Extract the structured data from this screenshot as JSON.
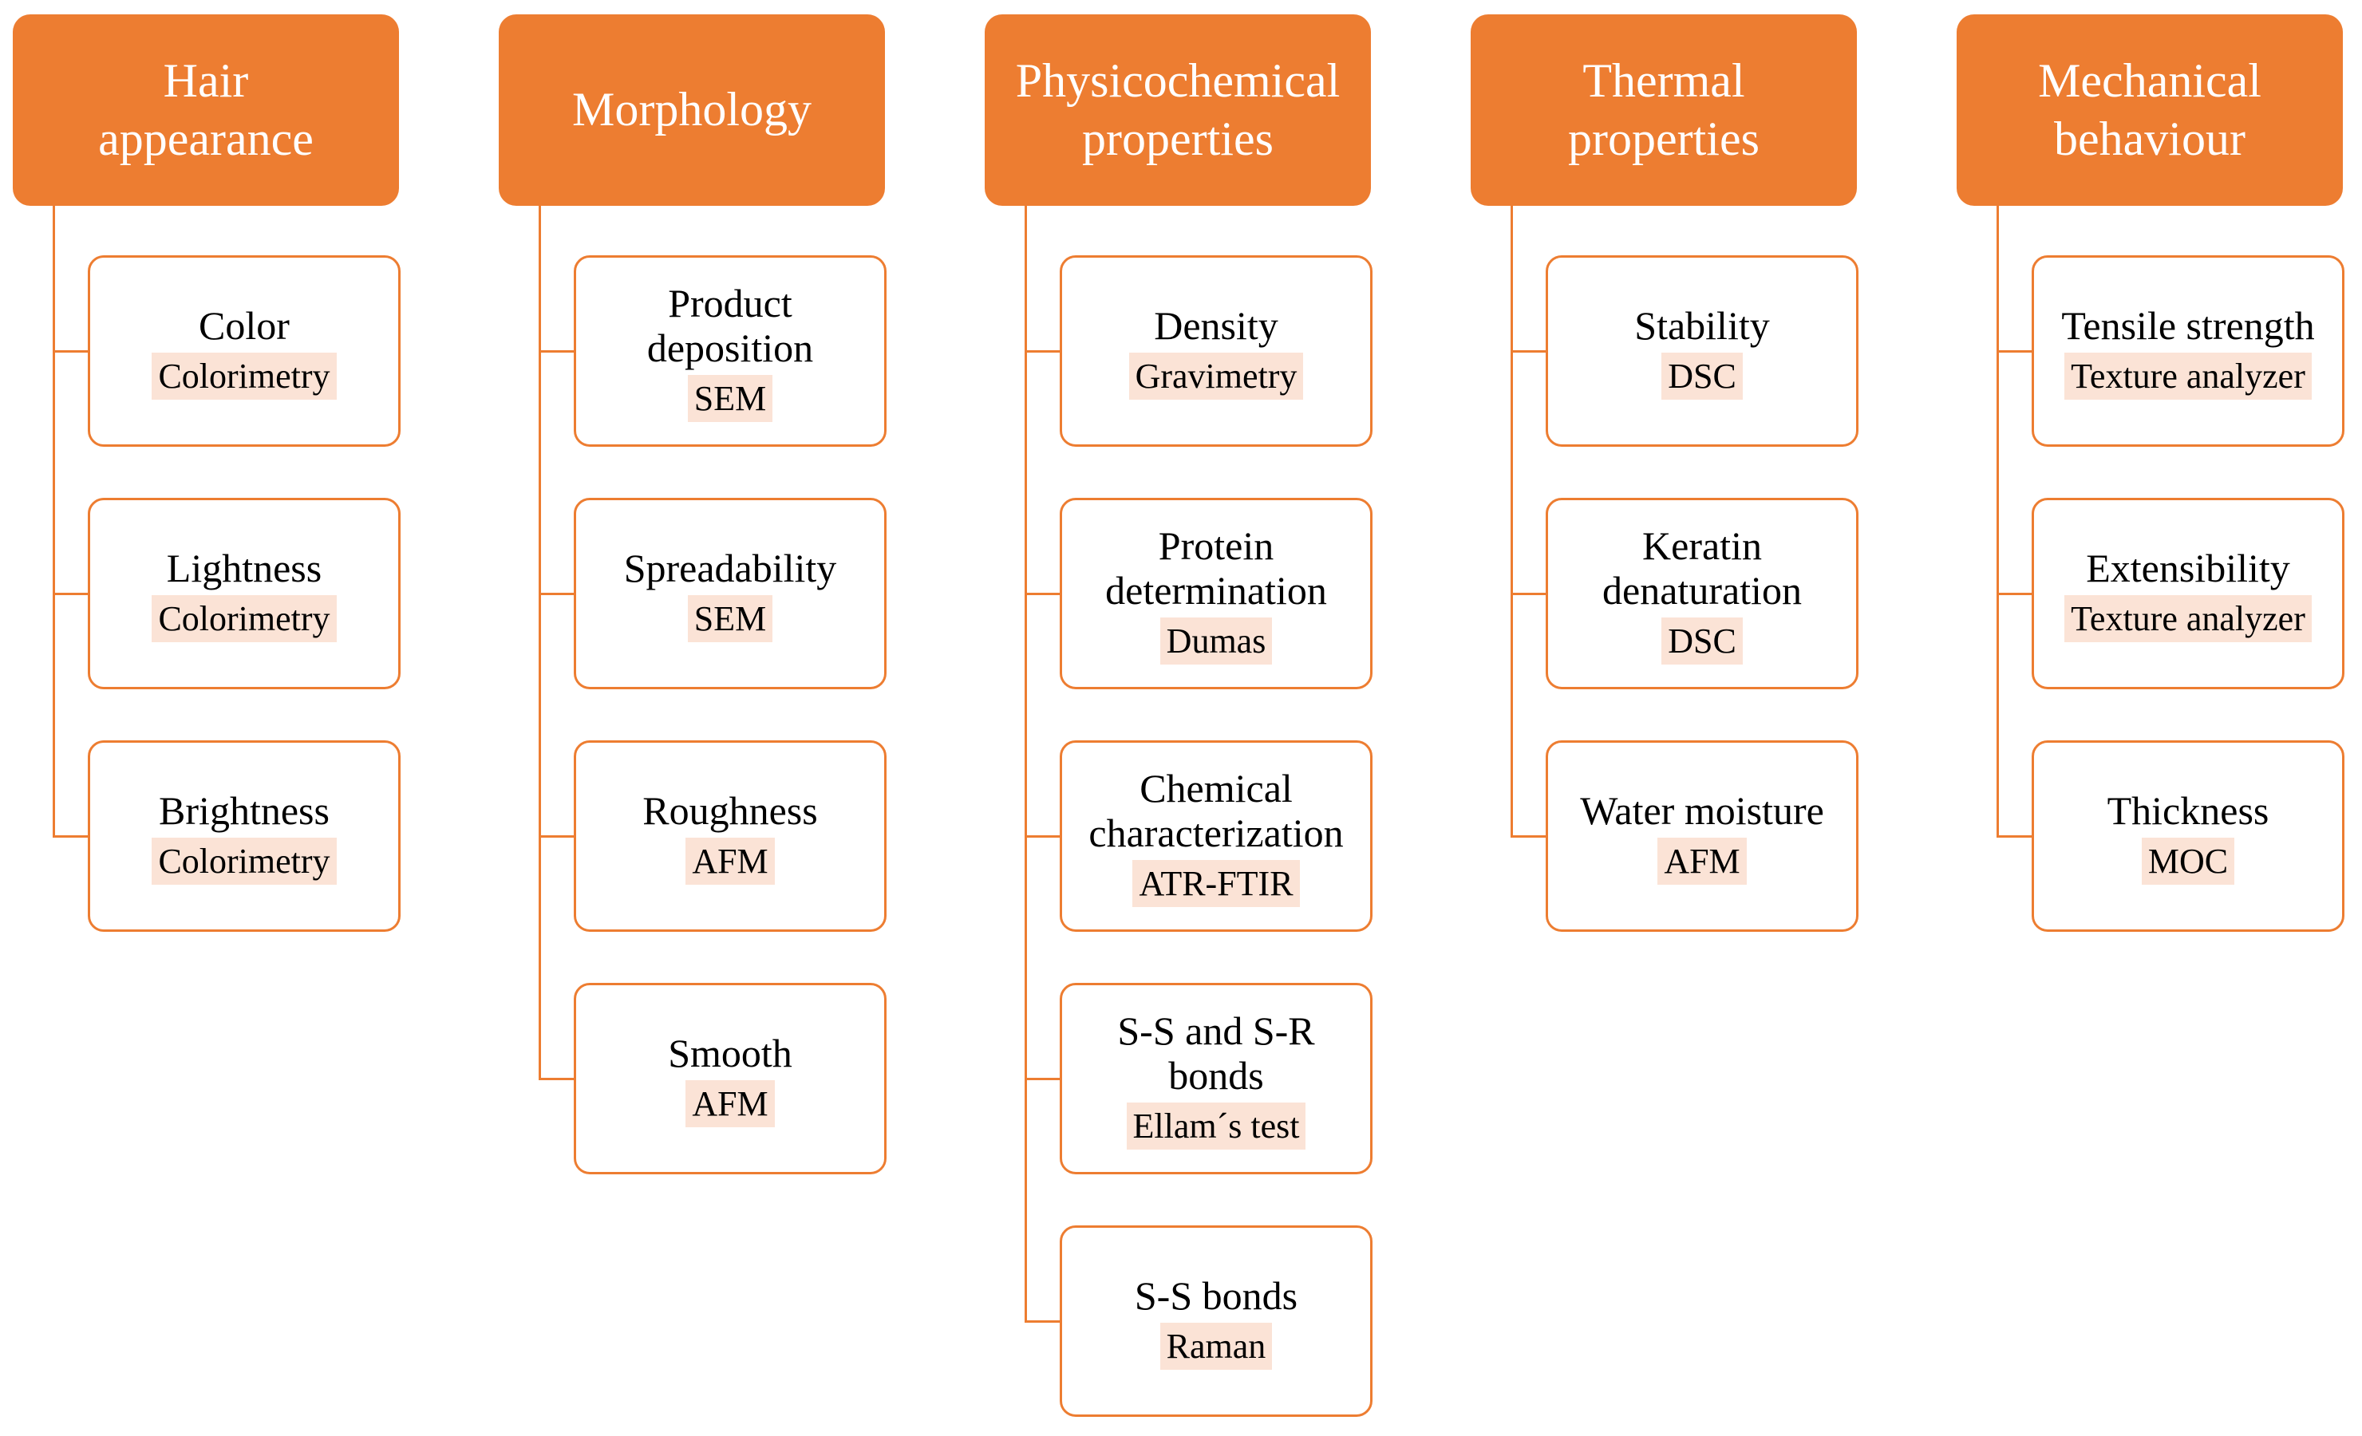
{
  "colors": {
    "accent": "#ED7D31",
    "method_highlight": "#FBE3D6",
    "text": "#000000",
    "category_text": "#FFFFFF"
  },
  "categories": [
    {
      "title": "Hair\nappearance",
      "items": [
        {
          "label": "Color",
          "method": "Colorimetry"
        },
        {
          "label": "Lightness",
          "method": "Colorimetry"
        },
        {
          "label": "Brightness",
          "method": "Colorimetry"
        }
      ]
    },
    {
      "title": "Morphology",
      "items": [
        {
          "label": "Product\ndeposition",
          "method": "SEM"
        },
        {
          "label": "Spreadability",
          "method": "SEM"
        },
        {
          "label": "Roughness",
          "method": "AFM"
        },
        {
          "label": "Smooth",
          "method": "AFM"
        }
      ]
    },
    {
      "title": "Physicochemical\nproperties",
      "items": [
        {
          "label": "Density",
          "method": "Gravimetry"
        },
        {
          "label": "Protein\ndetermination",
          "method": "Dumas"
        },
        {
          "label": "Chemical\ncharacterization",
          "method": "ATR-FTIR"
        },
        {
          "label": "S-S and S-R\nbonds",
          "method": "Ellam´s test"
        },
        {
          "label": "S-S bonds",
          "method": "Raman"
        }
      ]
    },
    {
      "title": "Thermal\nproperties",
      "items": [
        {
          "label": "Stability",
          "method": "DSC"
        },
        {
          "label": "Keratin\ndenaturation",
          "method": "DSC"
        },
        {
          "label": "Water moisture",
          "method": "AFM"
        }
      ]
    },
    {
      "title": "Mechanical\nbehaviour",
      "items": [
        {
          "label": "Tensile strength",
          "method": "Texture analyzer"
        },
        {
          "label": "Extensibility",
          "method": "Texture analyzer"
        },
        {
          "label": "Thickness",
          "method": "MOC"
        }
      ]
    }
  ]
}
